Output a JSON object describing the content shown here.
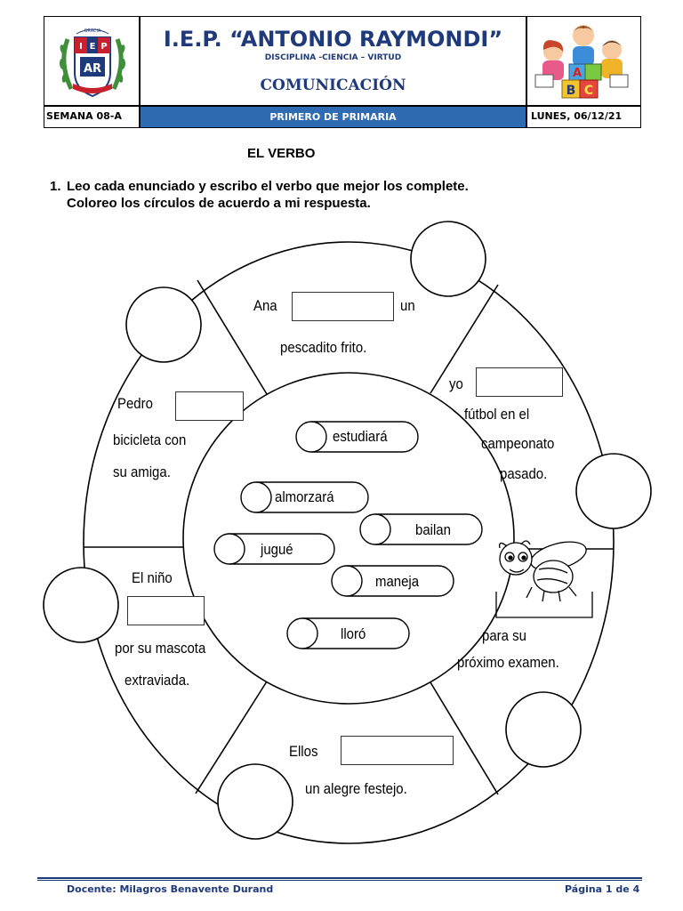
{
  "header": {
    "school_name": "I.E.P. “ANTONIO RAYMONDI”",
    "motto": "DISCIPLINA -CIENCIA – VIRTUD",
    "subject": "COMUNICACIÓN",
    "week": "SEMANA  08-A",
    "grade": "PRIMERO DE PRIMARIA",
    "date": "LUNES, 06/12/21",
    "logo": {
      "top_text": "GRACIA",
      "band_left": "I",
      "band_mid": "E",
      "band_right": "P",
      "initials": "AR"
    },
    "kids_blocks": [
      "A",
      "B",
      "C"
    ]
  },
  "title": "EL VERBO",
  "instruction": {
    "number": "1.",
    "line1": "Leo cada enunciado y escribo el verbo que mejor los complete.",
    "line2": "Coloreo los círculos de acuerdo a mi respuesta."
  },
  "sentences": {
    "ana": {
      "before": "Ana",
      "after": "un",
      "line2": "pescadito frito."
    },
    "yo": {
      "before": "yo",
      "line2": "fútbol en el",
      "line3": "campeonato",
      "line4": "pasado."
    },
    "bee": {
      "line1": "para su",
      "line2": "próximo examen."
    },
    "ellos": {
      "before": "Ellos",
      "line2": "un alegre festejo."
    },
    "nino": {
      "line1": "El niño",
      "line2": "por su mascota",
      "line3": "extraviada."
    },
    "pedro": {
      "before": "Pedro",
      "line2": "bicicleta con",
      "line3": "su amiga."
    }
  },
  "verbs": [
    "estudiará",
    "almorzará",
    "bailan",
    "jugué",
    "maneja",
    "lloró"
  ],
  "footer": {
    "teacher": "Docente: Milagros Benavente Durand",
    "page": "Página 1 de 4"
  },
  "colors": {
    "navy": "#1f3a7a",
    "grade_bar": "#2f6bb3",
    "logo_red": "#c8202c",
    "logo_blue": "#1f3a7a",
    "laurel": "#3f8f3a"
  }
}
